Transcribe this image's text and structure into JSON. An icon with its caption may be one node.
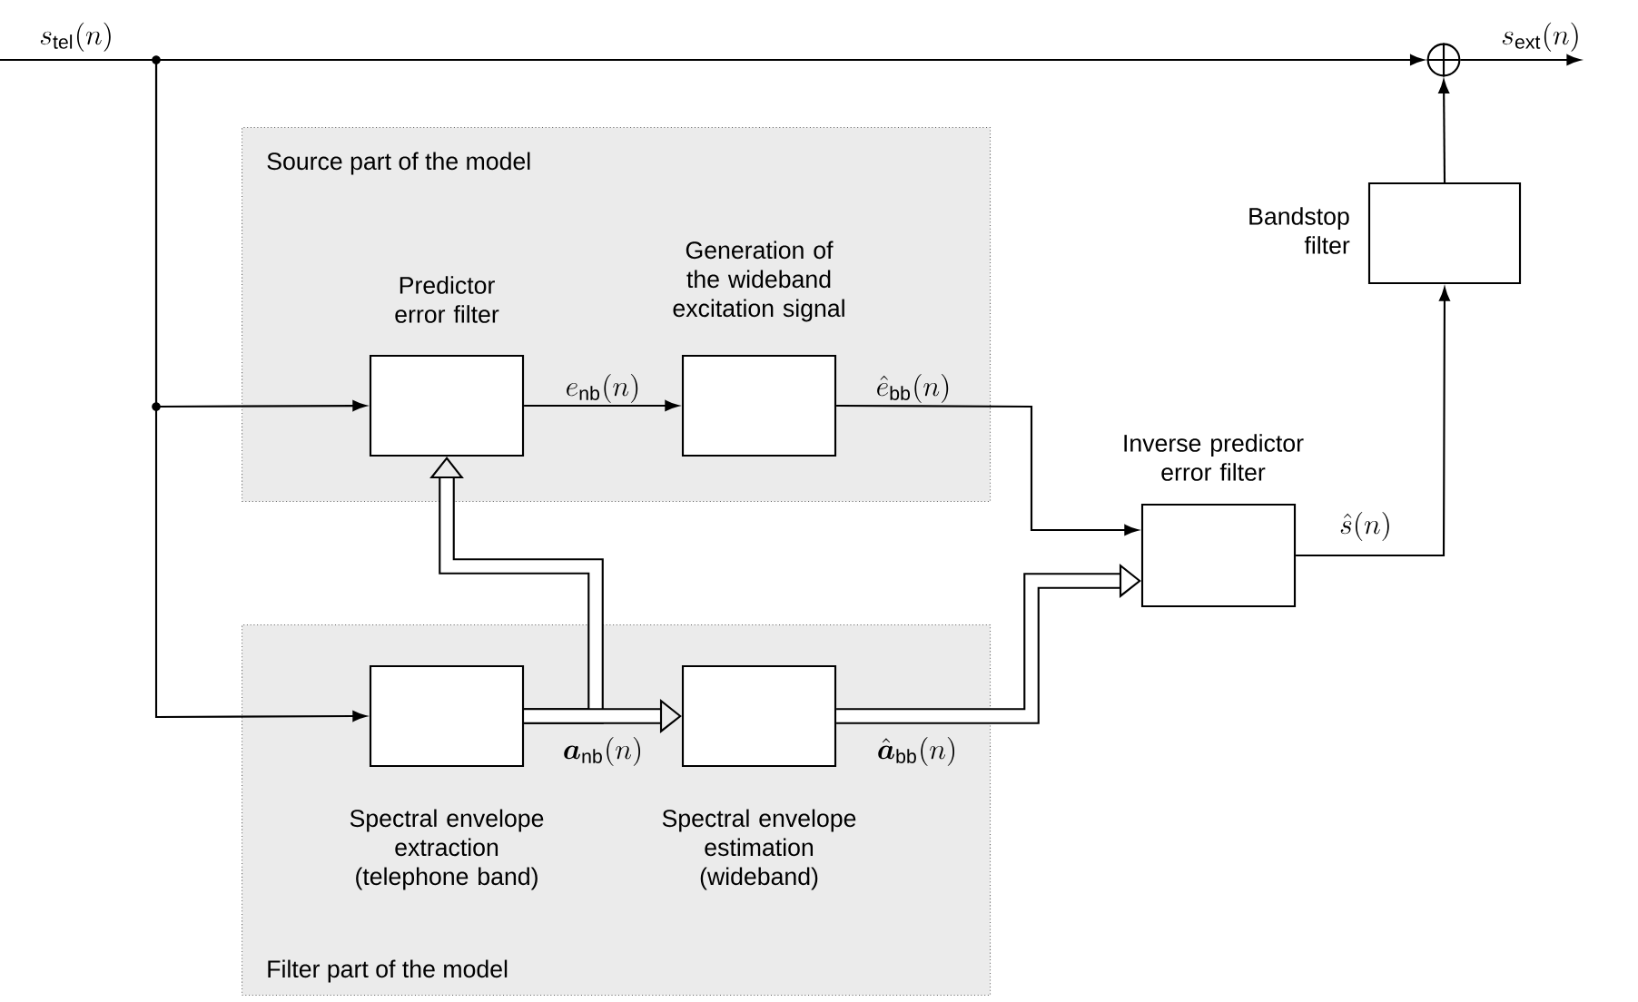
{
  "diagram": {
    "nodes": [
      {
        "text": [
          "Source part of the model"
        ]
      },
      {
        "text": [
          "Predictor error filter"
        ],
        "in": 0
      },
      {
        "text": [
          "Generation of the wideband excitation signal"
        ],
        "in": 0
      },
      {
        "text": [
          "Filter part of the model"
        ]
      },
      {
        "text": [
          "Spectral envelope extraction (telephone band)"
        ],
        "in": 3
      },
      {
        "text": [
          "Spectral envelope estimation (wideband)"
        ],
        "in": 3
      },
      {
        "text": [
          "Inverse predictor error filter"
        ]
      },
      {
        "text": [
          "Bandstop filter"
        ]
      },
      {
        "text": [],
        "shape": "circle"
      },
      {
        "text": [
          "s_{\\mathrm{tel}}(n)"
        ]
      },
      {
        "text": [
          "s_{\\mathrm{ext}}(n)"
        ]
      }
    ],
    "edges": [
      {
        "from": 9,
        "to": 8,
        "arrow": "to"
      },
      {
        "from": 9,
        "to": 1,
        "arrow": "to"
      },
      {
        "from": 9,
        "to": 4,
        "arrow": "to"
      },
      {
        "from": 1,
        "to": 2,
        "arrow": "to",
        "label": "e_{\\mathrm{nb}}(n)"
      },
      {
        "from": 2,
        "to": 6,
        "arrow": "to",
        "label": "\\hat{e}_{\\mathrm{bb}}(n)"
      },
      {
        "from": 4,
        "to": 1,
        "arrow": "to",
        "style": "thick"
      },
      {
        "from": 4,
        "to": 5,
        "arrow": "to",
        "style": "thick",
        "label": "\\boldsymbol{a}_{\\mathrm{nb}}(n)"
      },
      {
        "from": 5,
        "to": 6,
        "arrow": "to",
        "style": "thick",
        "label": "\\hat{\\boldsymbol{a}}_{\\mathrm{bb}}(n)"
      },
      {
        "from": 6,
        "to": 7,
        "arrow": "to",
        "label": "\\hat{s}(n)"
      },
      {
        "from": 7,
        "to": 8,
        "arrow": "to"
      },
      {
        "from": 8,
        "to": 10,
        "arrow": "to"
      }
    ]
  }
}
